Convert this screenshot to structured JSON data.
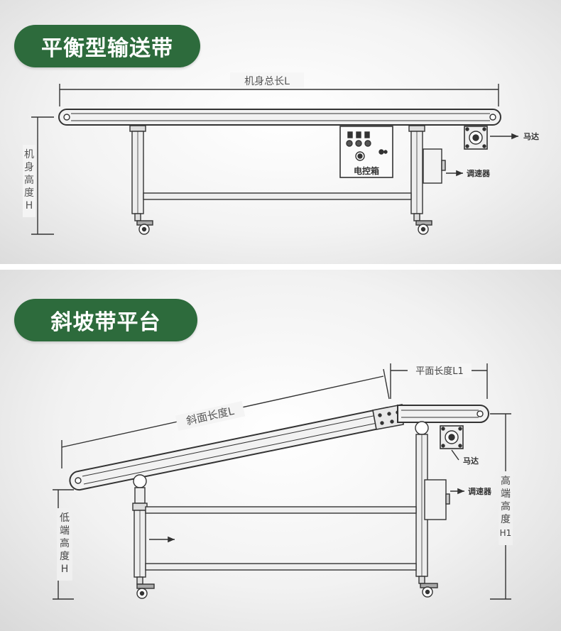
{
  "sections": {
    "flat": {
      "title": "平衡型输送带",
      "total_length_label": "机身总长L",
      "height_label_chars": [
        "机",
        "身",
        "高",
        "度",
        "H"
      ],
      "motor_label": "马达",
      "controller_label": "调速器",
      "control_box_label": "电控箱"
    },
    "incline": {
      "title": "斜坡带平台",
      "flat_length_label": "平面长度L1",
      "slope_length_label": "斜面长度L",
      "motor_label": "马达",
      "controller_label": "调速器",
      "high_end_label_chars": [
        "高",
        "端",
        "高",
        "度",
        "H1"
      ],
      "low_end_label_chars": [
        "低",
        "端",
        "高",
        "度",
        "H"
      ]
    }
  },
  "colors": {
    "pill_green": "#2d6b3c",
    "line": "#333333",
    "frame_fill": "#eeeeee"
  }
}
